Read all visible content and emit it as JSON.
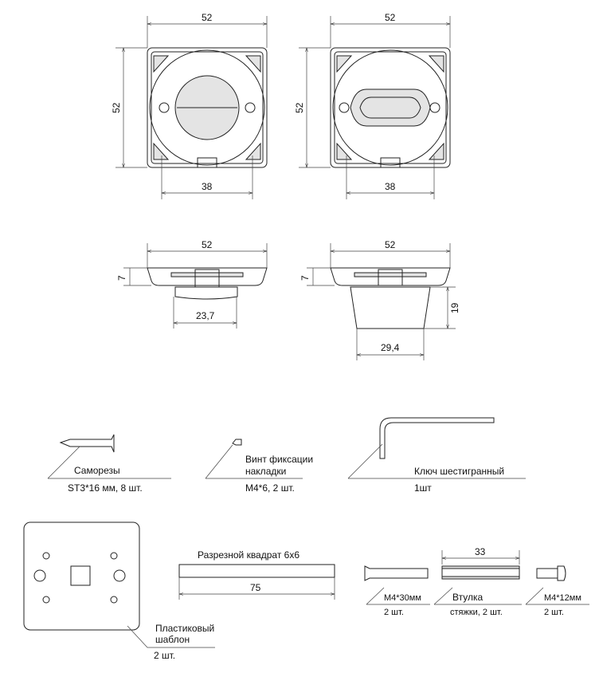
{
  "dims": {
    "top_left_w": "52",
    "top_left_h": "52",
    "top_left_b": "38",
    "top_right_w": "52",
    "top_right_h": "52",
    "top_right_b": "38",
    "side_left_w": "52",
    "side_left_h": "7",
    "side_left_knob": "23,7",
    "side_right_w": "52",
    "side_right_h": "7",
    "side_right_cone_h": "19",
    "side_right_cone_w": "29,4"
  },
  "parts": {
    "screws": {
      "name": "Саморезы",
      "spec": "ST3*16 мм, 8 шт."
    },
    "fix_screw": {
      "name1": "Винт фиксации",
      "name2": "накладки",
      "spec": "M4*6, 2 шт."
    },
    "hex_key": {
      "name": "Ключ шестигранный",
      "spec": "1шт"
    },
    "template": {
      "name1": "Пластиковый",
      "name2": "шаблон",
      "spec": "2 шт."
    },
    "square": {
      "name": "Разрезной квадрат 6x6",
      "dim": "75"
    },
    "bolt30": {
      "name": "M4*30мм",
      "spec": "2 шт."
    },
    "sleeve": {
      "name1": "Втулка",
      "name2": "стяжки, 2 шт.",
      "dim": "33"
    },
    "bolt12": {
      "name": "M4*12мм",
      "spec": "2 шт."
    }
  }
}
